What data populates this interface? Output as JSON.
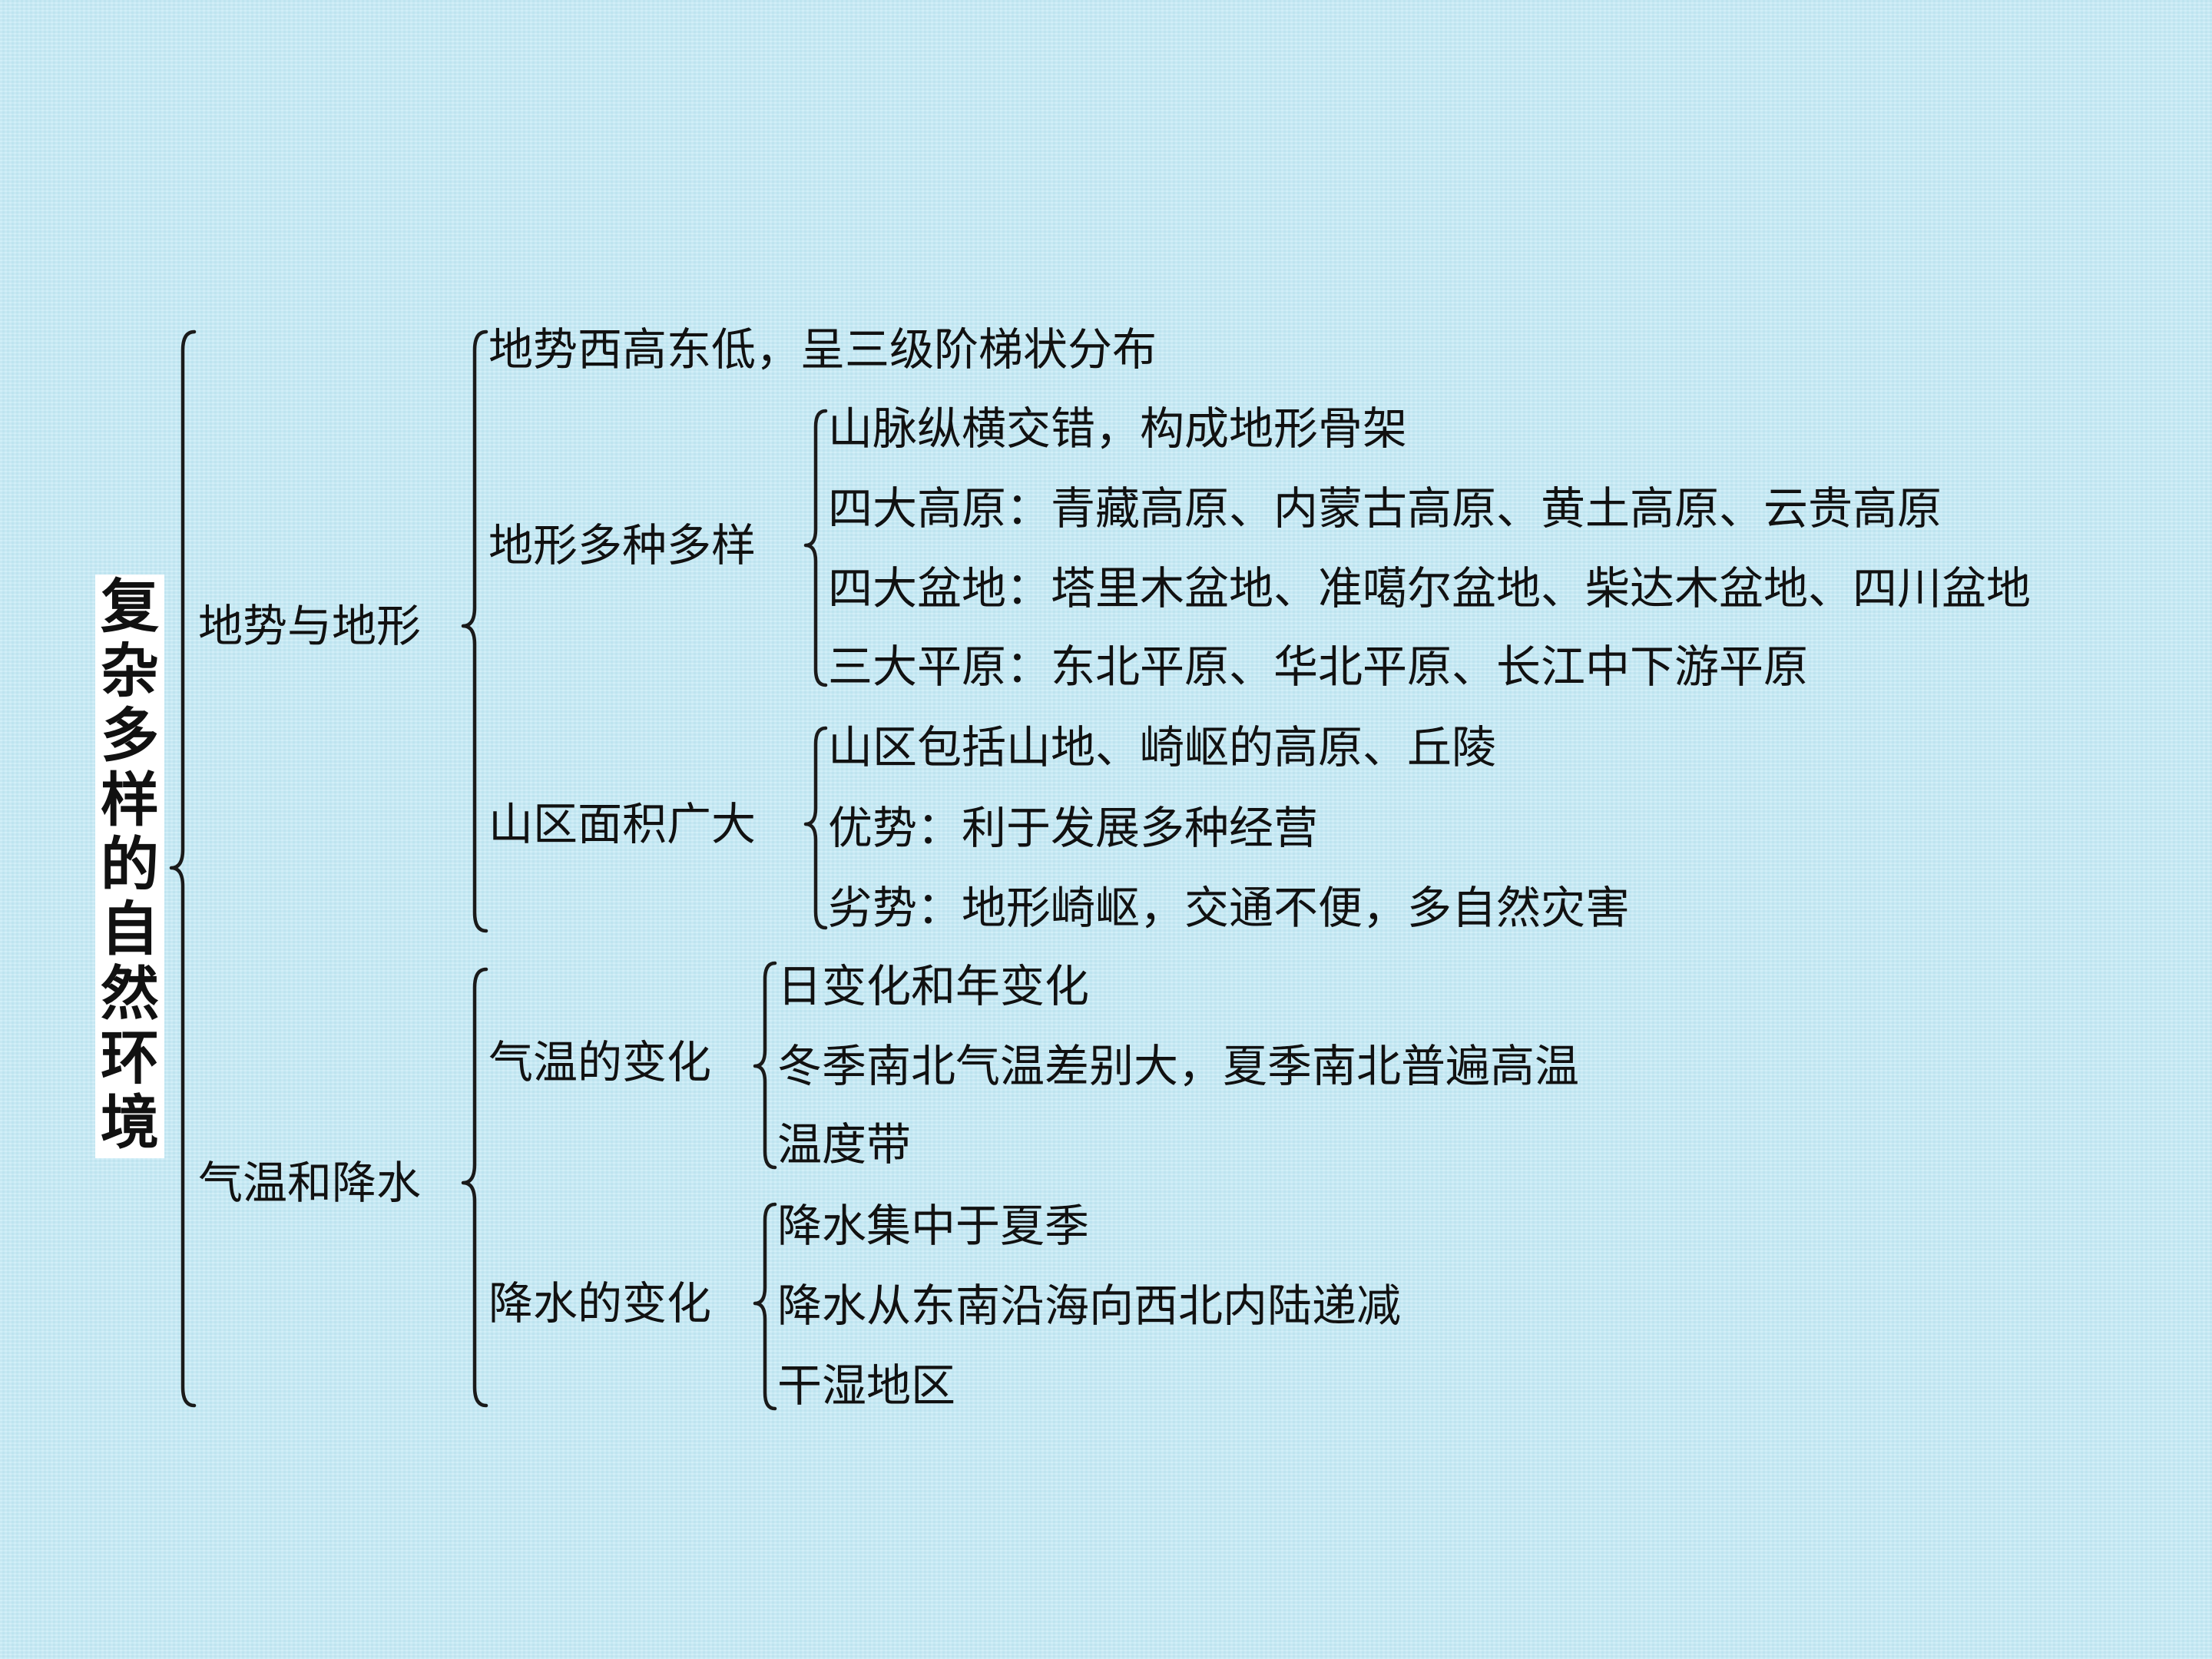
{
  "root": {
    "title": [
      "复",
      "杂",
      "多",
      "样",
      "的",
      "自",
      "然",
      "环",
      "境"
    ],
    "branches": [
      {
        "label": "地势与地形",
        "children": [
          {
            "label": "地势西高东低，呈三级阶梯状分布"
          },
          {
            "label": "地形多种多样",
            "children": [
              "山脉纵横交错，构成地形骨架",
              "四大高原：青藏高原、内蒙古高原、黄土高原、云贵高原",
              "四大盆地：塔里木盆地、准噶尔盆地、柴达木盆地、四川盆地",
              "三大平原：东北平原、华北平原、长江中下游平原"
            ]
          },
          {
            "label": "山区面积广大",
            "children": [
              "山区包括山地、崎岖的高原、丘陵",
              "优势：利于发展多种经营",
              "劣势：地形崎岖，交通不便，多自然灾害"
            ]
          }
        ]
      },
      {
        "label": "气温和降水",
        "children": [
          {
            "label": "气温的变化",
            "children": [
              "日变化和年变化",
              "冬季南北气温差别大，夏季南北普遍高温",
              "温度带"
            ]
          },
          {
            "label": "降水的变化",
            "children": [
              "降水集中于夏季",
              "降水从东南沿海向西北内陆递减",
              "干湿地区"
            ]
          }
        ]
      }
    ]
  }
}
